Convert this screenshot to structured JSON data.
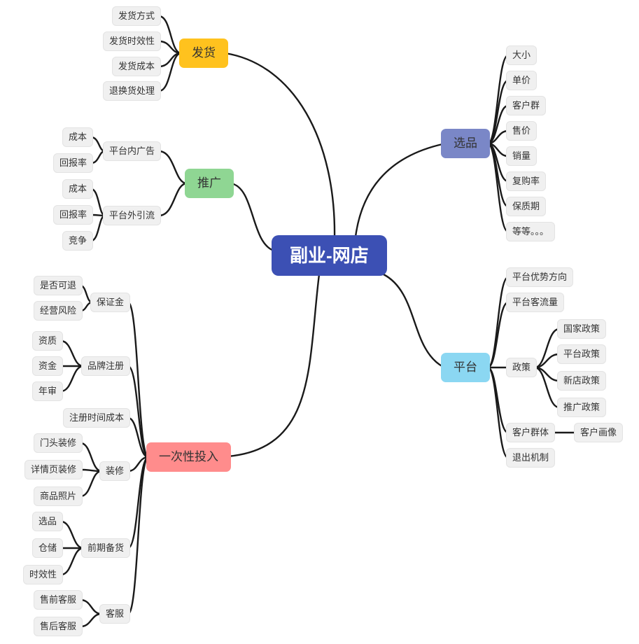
{
  "theme": {
    "leaf_bg": "#F0F0F0",
    "leaf_text": "#333333",
    "edge_color": "#1A1A1A",
    "canvas_bg": "#FFFFFF"
  },
  "root": {
    "label": "副业-网店",
    "bg": "#3C50B4",
    "text": "#FFFFFF"
  },
  "branches": [
    {
      "label": "发货",
      "bg": "#FFC21E",
      "children": [
        {
          "label": "发货方式"
        },
        {
          "label": "发货时效性"
        },
        {
          "label": "发货成本"
        },
        {
          "label": "退换货处理"
        }
      ]
    },
    {
      "label": "推广",
      "bg": "#8FD693",
      "children": [
        {
          "label": "平台内广告",
          "children": [
            {
              "label": "成本"
            },
            {
              "label": "回报率"
            }
          ]
        },
        {
          "label": "平台外引流",
          "children": [
            {
              "label": "成本"
            },
            {
              "label": "回报率"
            },
            {
              "label": "竞争"
            }
          ]
        }
      ]
    },
    {
      "label": "选品",
      "bg": "#7A87C7",
      "children": [
        {
          "label": "大小"
        },
        {
          "label": "单价"
        },
        {
          "label": "客户群"
        },
        {
          "label": "售价"
        },
        {
          "label": "销量"
        },
        {
          "label": "复购率"
        },
        {
          "label": "保质期"
        },
        {
          "label": "等等。。。"
        }
      ]
    },
    {
      "label": "平台",
      "bg": "#8BD7F2",
      "children": [
        {
          "label": "平台优势方向"
        },
        {
          "label": "平台客流量"
        },
        {
          "label": "政策",
          "children": [
            {
              "label": "国家政策"
            },
            {
              "label": "平台政策"
            },
            {
              "label": "新店政策"
            },
            {
              "label": "推广政策"
            }
          ]
        },
        {
          "label": "客户群体",
          "children": [
            {
              "label": "客户画像"
            }
          ]
        },
        {
          "label": "退出机制"
        }
      ]
    },
    {
      "label": "一次性投入",
      "bg": "#FF8C8C",
      "children": [
        {
          "label": "保证金",
          "children": [
            {
              "label": "是否可退"
            },
            {
              "label": "经营风险"
            }
          ]
        },
        {
          "label": "品牌注册",
          "children": [
            {
              "label": "资质"
            },
            {
              "label": "资金"
            },
            {
              "label": "年审"
            }
          ]
        },
        {
          "label": "注册时间成本"
        },
        {
          "label": "装修",
          "children": [
            {
              "label": "门头装修"
            },
            {
              "label": "详情页装修"
            },
            {
              "label": "商品照片"
            }
          ]
        },
        {
          "label": "前期备货",
          "children": [
            {
              "label": "选品"
            },
            {
              "label": "仓储"
            },
            {
              "label": "时效性"
            }
          ]
        },
        {
          "label": "客服",
          "children": [
            {
              "label": "售前客服"
            },
            {
              "label": "售后客服"
            }
          ]
        }
      ]
    }
  ]
}
